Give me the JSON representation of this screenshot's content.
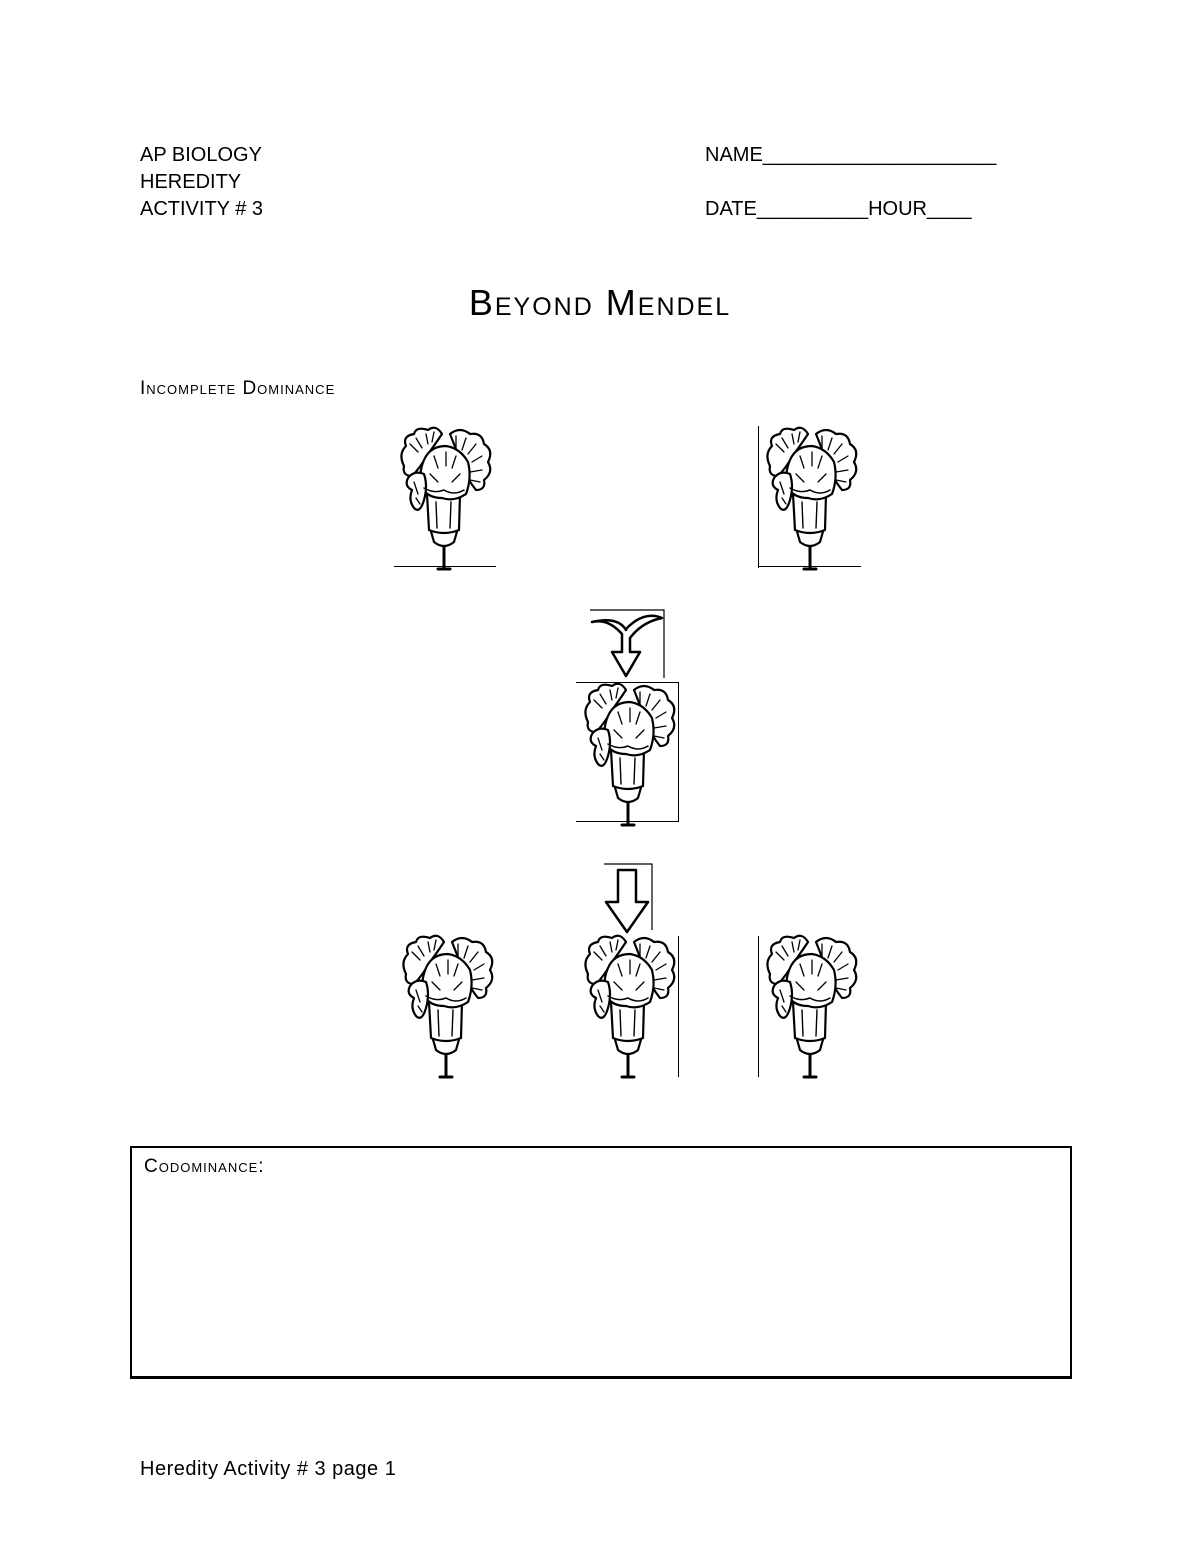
{
  "header": {
    "left_lines": [
      "AP BIOLOGY",
      "HEREDITY",
      "ACTIVITY # 3"
    ],
    "name_field": "NAME_____________________",
    "date_field": "DATE__________HOUR____"
  },
  "title": "Beyond Mendel",
  "section_incomplete": "Incomplete Dominance",
  "codominance_label": "Codominance:",
  "footer": "Heredity Activity # 3 page 1",
  "icons": {
    "flower": "carnation-flower-icon",
    "arrow_curved": "curved-down-arrow-icon",
    "arrow_straight": "down-arrow-icon"
  }
}
